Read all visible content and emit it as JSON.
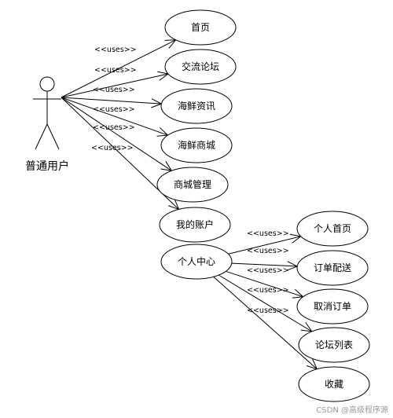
{
  "diagram": {
    "type": "use-case",
    "actor": {
      "name": "普通用户"
    },
    "edge_label": "<<uses>>",
    "use_cases": [
      "首页",
      "交流论坛",
      "海鲜资讯",
      "海鲜商城",
      "商城管理",
      "我的账户",
      "个人中心",
      "个人首页",
      "订单配送",
      "取消订单",
      "论坛列表",
      "收藏"
    ],
    "watermark": "CSDN @高级程序源"
  }
}
